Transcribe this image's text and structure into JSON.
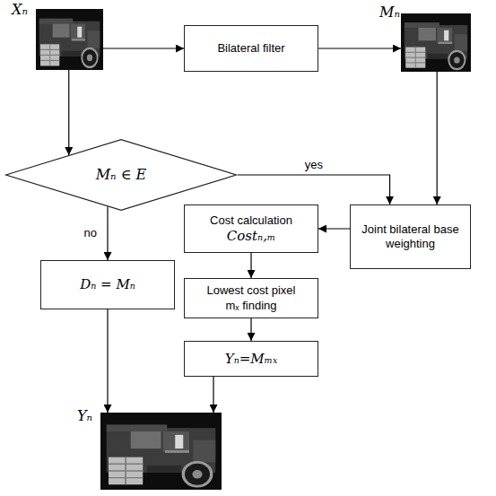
{
  "diagram": {
    "nodes": [
      {
        "text": [
          "Xₙ"
        ]
      },
      {
        "text": [
          "Bilateral filter"
        ]
      },
      {
        "text": [
          "Mₙ"
        ]
      },
      {
        "text": [
          "Mₙ ∈ E"
        ]
      },
      {
        "text": [
          "Cost calculation",
          "Costₙ,ₘ"
        ]
      },
      {
        "text": [
          "Joint bilateral base weighting"
        ]
      },
      {
        "text": [
          "Dₙ = Mₙ"
        ]
      },
      {
        "text": [
          "Lowest cost pixel mₓ finding"
        ]
      },
      {
        "text": [
          "Yₙ=Mₘₓ"
        ]
      },
      {
        "text": [
          "Yₙ"
        ]
      }
    ],
    "edges": [
      {
        "from": 0,
        "to": 1,
        "arrow": "to"
      },
      {
        "from": 1,
        "to": 2,
        "arrow": "to"
      },
      {
        "from": 0,
        "to": 3,
        "arrow": "to"
      },
      {
        "from": 2,
        "to": 5,
        "arrow": "to"
      },
      {
        "from": 3,
        "to": 5,
        "label": "yes",
        "arrow": "to"
      },
      {
        "from": 3,
        "to": 6,
        "label": "no",
        "arrow": "to"
      },
      {
        "from": 5,
        "to": 4,
        "arrow": "to"
      },
      {
        "from": 4,
        "to": 7,
        "arrow": "to"
      },
      {
        "from": 7,
        "to": 8,
        "arrow": "to"
      },
      {
        "from": 6,
        "to": 9,
        "arrow": "to"
      },
      {
        "from": 8,
        "to": 9,
        "arrow": "to"
      }
    ]
  }
}
